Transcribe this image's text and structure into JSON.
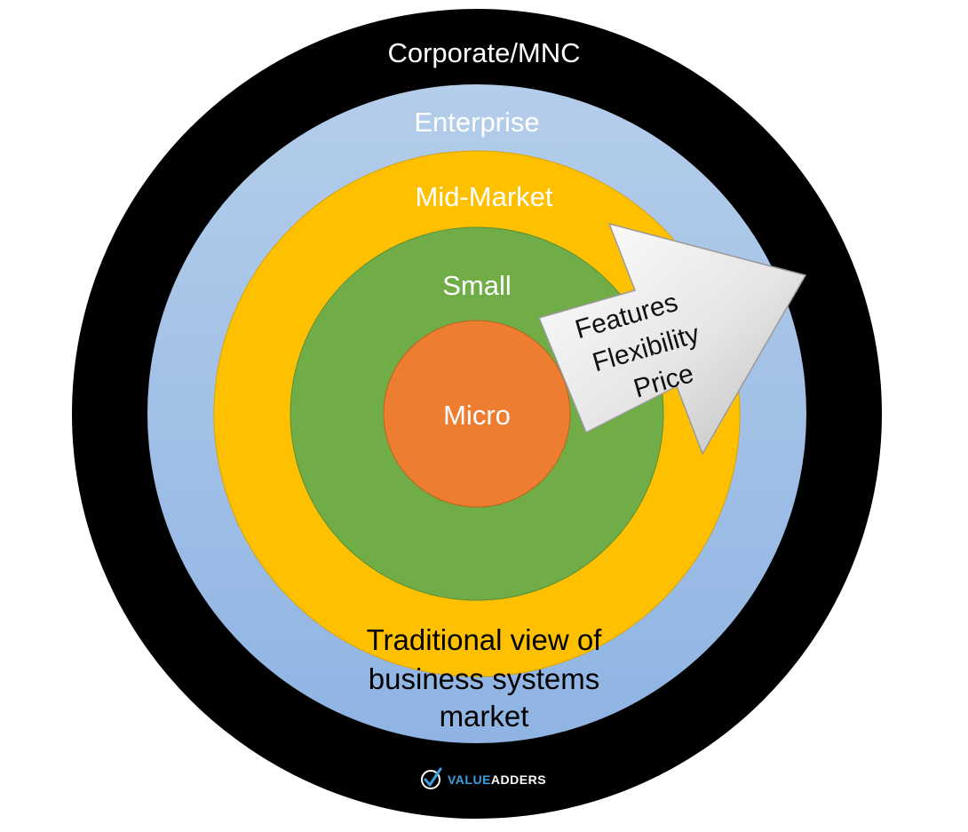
{
  "diagram": {
    "rings": [
      {
        "label": "Corporate/MNC",
        "color": "#000000"
      },
      {
        "label": "Enterprise",
        "color": "#a4c2e6"
      },
      {
        "label": "Mid-Market",
        "color": "#ffc000"
      },
      {
        "label": "Small",
        "color": "#70ad47"
      },
      {
        "label": "Micro",
        "color": "#ed7d31"
      }
    ],
    "arrow": {
      "lines": [
        "Features",
        "Flexibility",
        "Price"
      ]
    },
    "caption": {
      "lines": [
        "Traditional view of",
        "business systems",
        "market"
      ]
    },
    "logo": {
      "part1": "VALUE",
      "part2": "ADDERS",
      "color1": "#3a9fe0",
      "color2": "#ffffff",
      "icon": "checkmark-circle-icon"
    }
  }
}
